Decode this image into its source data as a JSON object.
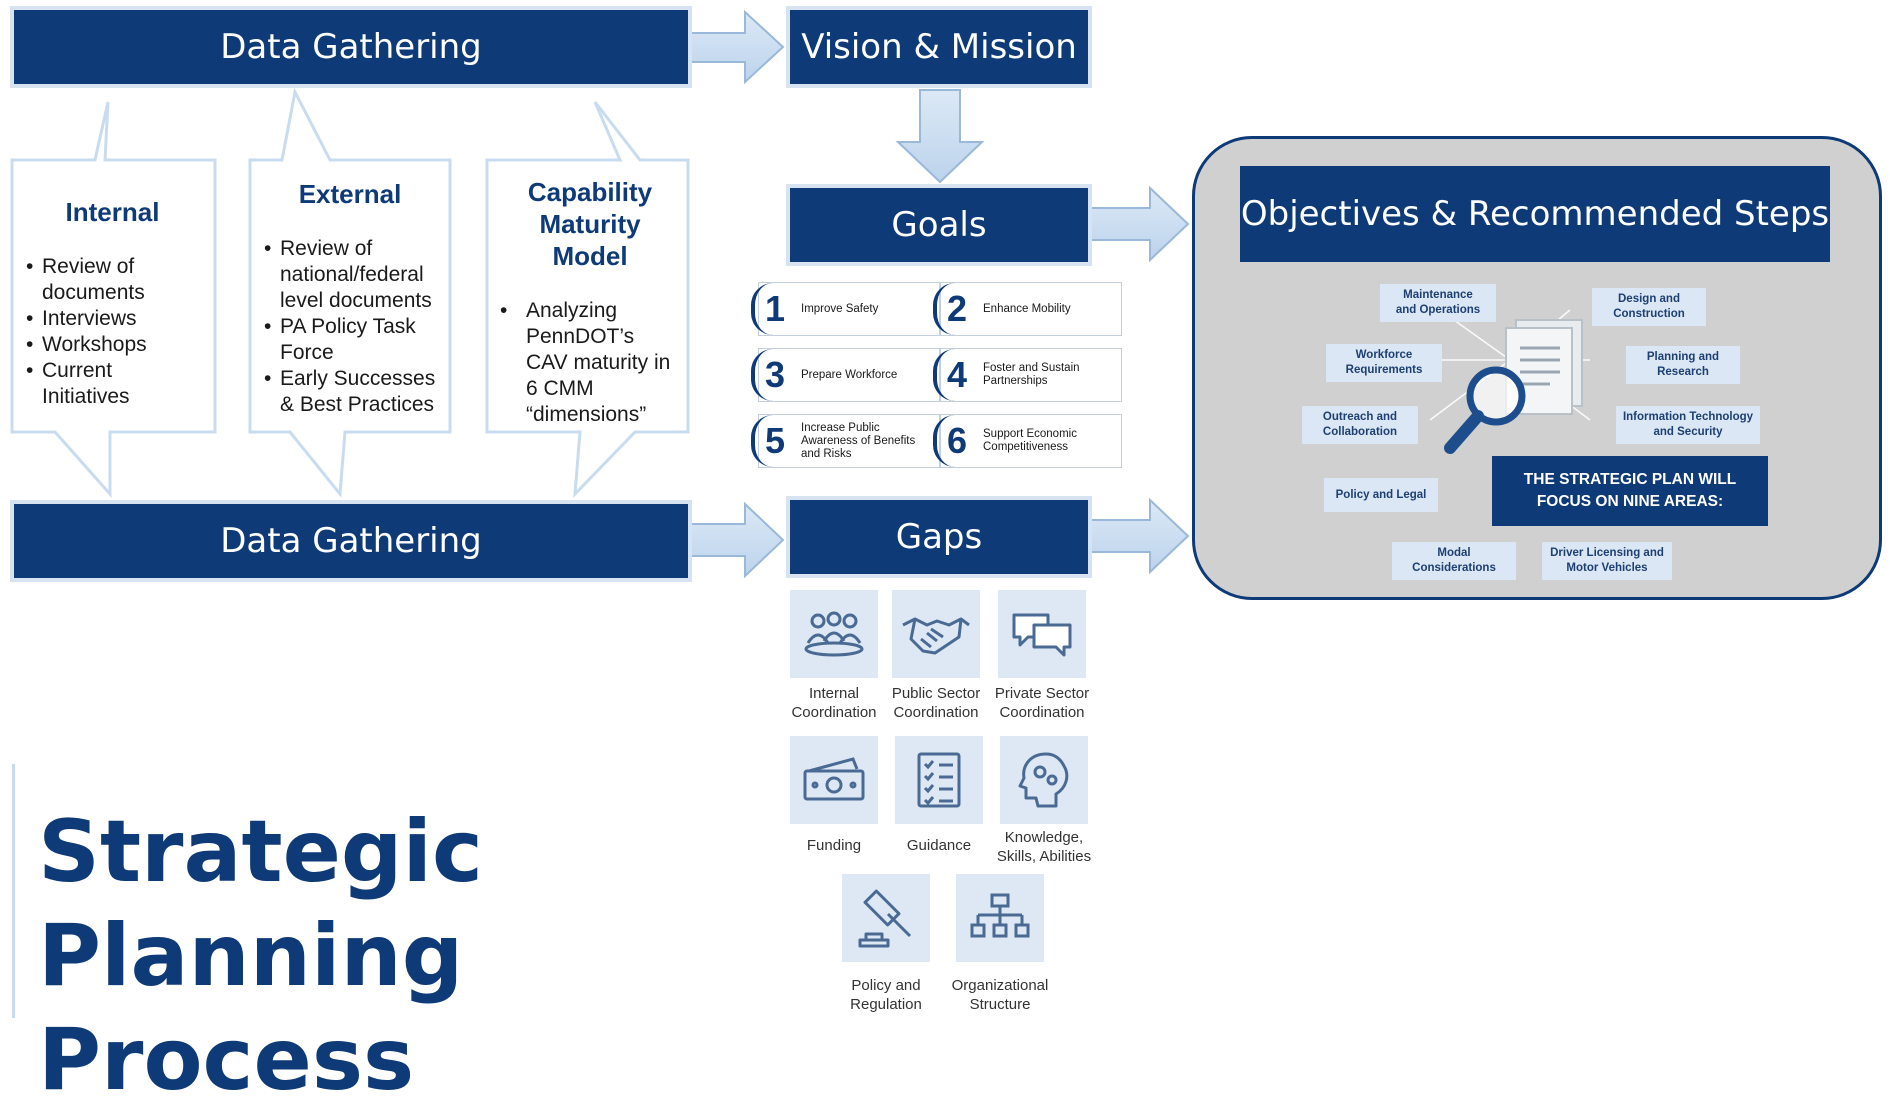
{
  "top_bar_left": "Data Gathering",
  "bottom_bar_left": "Data Gathering",
  "vision_mission": "Vision & Mission",
  "goals_title": "Goals",
  "gaps_title": "Gaps",
  "objectives_title": "Objectives & Recommended Steps",
  "columns": {
    "internal": {
      "title": "Internal",
      "items": [
        "Review of documents",
        "Interviews",
        "Workshops",
        "Current Initiatives"
      ]
    },
    "external": {
      "title": "External",
      "items": [
        "Review of national/federal level documents",
        "PA Policy Task Force",
        "Early Successes & Best Practices"
      ]
    },
    "cmm": {
      "title_lines": [
        "Capability",
        "Maturity",
        "Model"
      ],
      "items": [
        "Analyzing PennDOT’s CAV maturity in 6 CMM “dimensions”"
      ]
    }
  },
  "goals": [
    {
      "num": "1",
      "label": "Improve Safety"
    },
    {
      "num": "2",
      "label": "Enhance Mobility"
    },
    {
      "num": "3",
      "label": "Prepare Workforce"
    },
    {
      "num": "4",
      "label": "Foster and Sustain Partnerships"
    },
    {
      "num": "5",
      "label": "Increase Public Awareness of Benefits and Risks"
    },
    {
      "num": "6",
      "label": "Support Economic Competitiveness"
    }
  ],
  "gaps": [
    {
      "icon": "people-meeting-icon",
      "label_lines": [
        "Internal",
        "Coordination"
      ]
    },
    {
      "icon": "handshake-icon",
      "label_lines": [
        "Public Sector",
        "Coordination"
      ]
    },
    {
      "icon": "speech-bubbles-icon",
      "label_lines": [
        "Private Sector",
        "Coordination"
      ]
    },
    {
      "icon": "money-icon",
      "label_lines": [
        "Funding"
      ]
    },
    {
      "icon": "checklist-icon",
      "label_lines": [
        "Guidance"
      ]
    },
    {
      "icon": "head-gears-icon",
      "label_lines": [
        "Knowledge,",
        "Skills, Abilities"
      ]
    },
    {
      "icon": "gavel-icon",
      "label_lines": [
        "Policy and",
        "Regulation"
      ]
    },
    {
      "icon": "org-chart-icon",
      "label_lines": [
        "Organizational",
        "Structure"
      ]
    }
  ],
  "focus_areas": {
    "heading_lines": [
      "THE STRATEGIC PLAN WILL",
      "FOCUS ON NINE AREAS:"
    ],
    "areas": [
      {
        "lines": [
          "Maintenance",
          "and Operations"
        ]
      },
      {
        "lines": [
          "Design and",
          "Construction"
        ]
      },
      {
        "lines": [
          "Workforce",
          "Requirements"
        ]
      },
      {
        "lines": [
          "Planning and",
          "Research"
        ]
      },
      {
        "lines": [
          "Outreach and",
          "Collaboration"
        ]
      },
      {
        "lines": [
          "Information Technology",
          "and Security"
        ]
      },
      {
        "lines": [
          "Policy and Legal"
        ]
      },
      {
        "lines": [
          "Modal",
          "Considerations"
        ]
      },
      {
        "lines": [
          "Driver Licensing and",
          "Motor Vehicles"
        ]
      }
    ]
  },
  "page_title_lines": [
    "Strategic",
    "Planning Process"
  ],
  "colors": {
    "navy": "#0e3a78",
    "light_blue": "#cfe0f2",
    "tile": "#dde8f4",
    "panel_gray": "#d0d0d0"
  }
}
